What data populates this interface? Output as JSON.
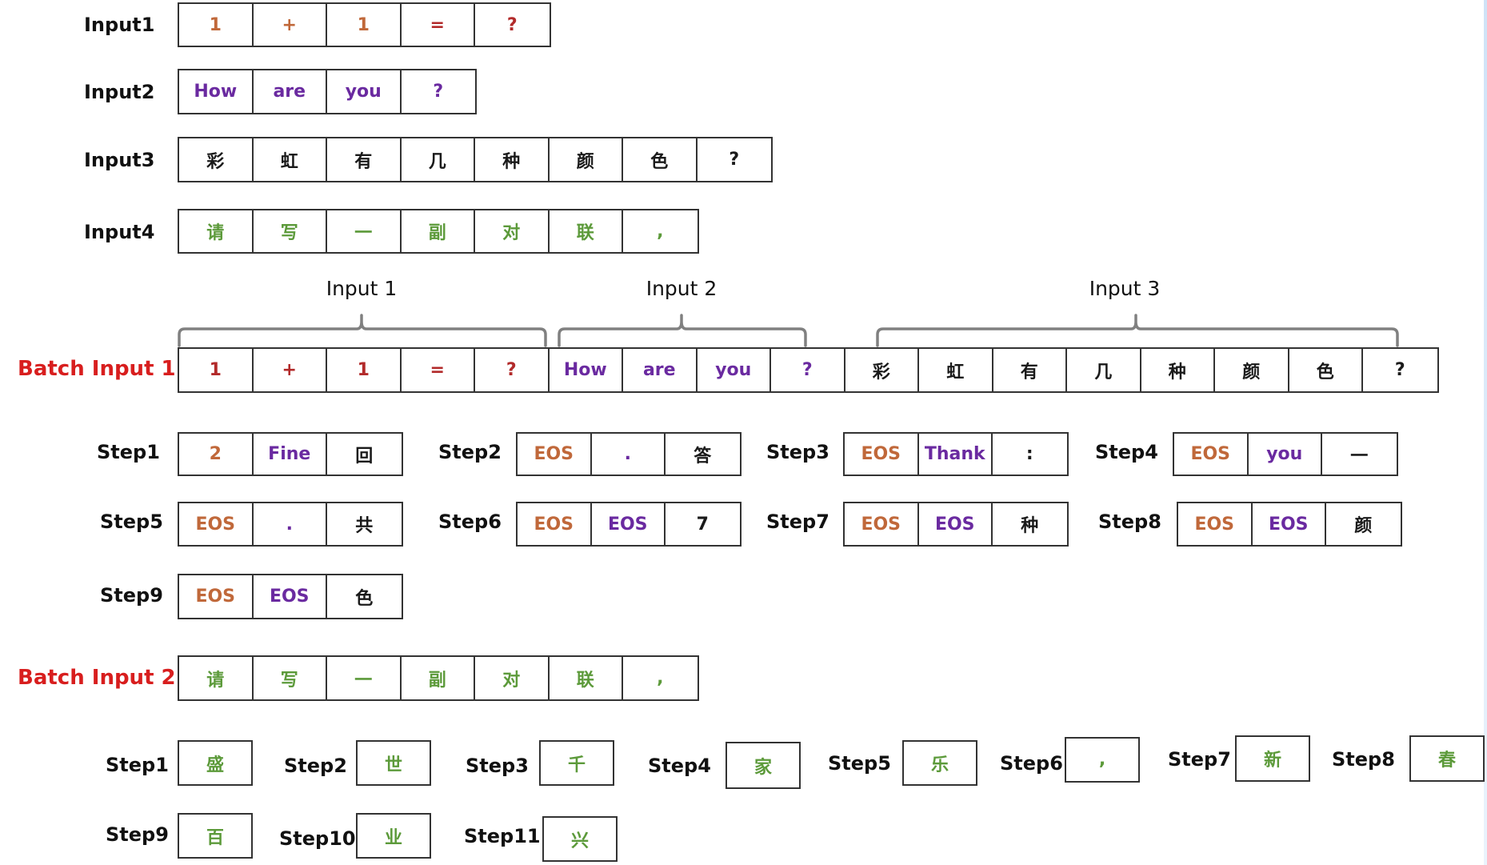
{
  "colors": {
    "orange": "#c0683a",
    "red": "#b22a2a",
    "purple": "#6a2aa0",
    "black": "#1a1a1a",
    "green": "#5c9a3a",
    "batch_label": "#d81e1e",
    "bracket": "#808080"
  },
  "inputs": [
    {
      "label": "Input1",
      "tokens": [
        {
          "text": "1",
          "color": "orange"
        },
        {
          "text": "+",
          "color": "orange"
        },
        {
          "text": "1",
          "color": "orange"
        },
        {
          "text": "=",
          "color": "red"
        },
        {
          "text": "?",
          "color": "red"
        }
      ]
    },
    {
      "label": "Input2",
      "tokens": [
        {
          "text": "How",
          "color": "purple"
        },
        {
          "text": "are",
          "color": "purple"
        },
        {
          "text": "you",
          "color": "purple"
        },
        {
          "text": "?",
          "color": "purple"
        }
      ]
    },
    {
      "label": "Input3",
      "tokens": [
        {
          "text": "彩",
          "color": "black"
        },
        {
          "text": "虹",
          "color": "black"
        },
        {
          "text": "有",
          "color": "black"
        },
        {
          "text": "几",
          "color": "black"
        },
        {
          "text": "种",
          "color": "black"
        },
        {
          "text": "颜",
          "color": "black"
        },
        {
          "text": "色",
          "color": "black"
        },
        {
          "text": "?",
          "color": "black"
        }
      ]
    },
    {
      "label": "Input4",
      "tokens": [
        {
          "text": "请",
          "color": "green"
        },
        {
          "text": "写",
          "color": "green"
        },
        {
          "text": "一",
          "color": "green"
        },
        {
          "text": "副",
          "color": "green"
        },
        {
          "text": "对",
          "color": "green"
        },
        {
          "text": "联",
          "color": "green"
        },
        {
          "text": ",",
          "color": "green"
        }
      ]
    }
  ],
  "brackets": [
    "Input 1",
    "Input 2",
    "Input 3"
  ],
  "batch1": {
    "label": "Batch Input 1",
    "tokens": [
      {
        "text": "1",
        "color": "red"
      },
      {
        "text": "+",
        "color": "red"
      },
      {
        "text": "1",
        "color": "red"
      },
      {
        "text": "=",
        "color": "red"
      },
      {
        "text": "?",
        "color": "red"
      },
      {
        "text": "How",
        "color": "purple"
      },
      {
        "text": "are",
        "color": "purple"
      },
      {
        "text": "you",
        "color": "purple"
      },
      {
        "text": "?",
        "color": "purple"
      },
      {
        "text": "彩",
        "color": "black"
      },
      {
        "text": "虹",
        "color": "black"
      },
      {
        "text": "有",
        "color": "black"
      },
      {
        "text": "几",
        "color": "black"
      },
      {
        "text": "种",
        "color": "black"
      },
      {
        "text": "颜",
        "color": "black"
      },
      {
        "text": "色",
        "color": "black"
      },
      {
        "text": "?",
        "color": "black"
      }
    ],
    "steps": [
      {
        "label": "Step1",
        "tokens": [
          {
            "text": "2",
            "color": "orange"
          },
          {
            "text": "Fine",
            "color": "purple"
          },
          {
            "text": "回",
            "color": "black"
          }
        ]
      },
      {
        "label": "Step2",
        "tokens": [
          {
            "text": "EOS",
            "color": "orange"
          },
          {
            "text": ".",
            "color": "purple"
          },
          {
            "text": "答",
            "color": "black"
          }
        ]
      },
      {
        "label": "Step3",
        "tokens": [
          {
            "text": "EOS",
            "color": "orange"
          },
          {
            "text": "Thank",
            "color": "purple"
          },
          {
            "text": ":",
            "color": "black"
          }
        ]
      },
      {
        "label": "Step4",
        "tokens": [
          {
            "text": "EOS",
            "color": "orange"
          },
          {
            "text": "you",
            "color": "purple"
          },
          {
            "text": "一",
            "color": "black"
          }
        ]
      },
      {
        "label": "Step5",
        "tokens": [
          {
            "text": "EOS",
            "color": "orange"
          },
          {
            "text": ".",
            "color": "purple"
          },
          {
            "text": "共",
            "color": "black"
          }
        ]
      },
      {
        "label": "Step6",
        "tokens": [
          {
            "text": "EOS",
            "color": "orange"
          },
          {
            "text": "EOS",
            "color": "purple"
          },
          {
            "text": "7",
            "color": "black"
          }
        ]
      },
      {
        "label": "Step7",
        "tokens": [
          {
            "text": "EOS",
            "color": "orange"
          },
          {
            "text": "EOS",
            "color": "purple"
          },
          {
            "text": "种",
            "color": "black"
          }
        ]
      },
      {
        "label": "Step8",
        "tokens": [
          {
            "text": "EOS",
            "color": "orange"
          },
          {
            "text": "EOS",
            "color": "purple"
          },
          {
            "text": "颜",
            "color": "black"
          }
        ]
      },
      {
        "label": "Step9",
        "tokens": [
          {
            "text": "EOS",
            "color": "orange"
          },
          {
            "text": "EOS",
            "color": "purple"
          },
          {
            "text": "色",
            "color": "black"
          }
        ]
      }
    ]
  },
  "batch2": {
    "label": "Batch Input 2",
    "tokens": [
      {
        "text": "请",
        "color": "green"
      },
      {
        "text": "写",
        "color": "green"
      },
      {
        "text": "一",
        "color": "green"
      },
      {
        "text": "副",
        "color": "green"
      },
      {
        "text": "对",
        "color": "green"
      },
      {
        "text": "联",
        "color": "green"
      },
      {
        "text": ",",
        "color": "green"
      }
    ],
    "steps": [
      {
        "label": "Step1",
        "token": "盛"
      },
      {
        "label": "Step2",
        "token": "世"
      },
      {
        "label": "Step3",
        "token": "千"
      },
      {
        "label": "Step4",
        "token": "家"
      },
      {
        "label": "Step5",
        "token": "乐"
      },
      {
        "label": "Step6",
        "token": ","
      },
      {
        "label": "Step7",
        "token": "新"
      },
      {
        "label": "Step8",
        "token": "春"
      },
      {
        "label": "Step9",
        "token": "百"
      },
      {
        "label": "Step10",
        "token": "业"
      },
      {
        "label": "Step11",
        "token": "兴"
      }
    ]
  }
}
